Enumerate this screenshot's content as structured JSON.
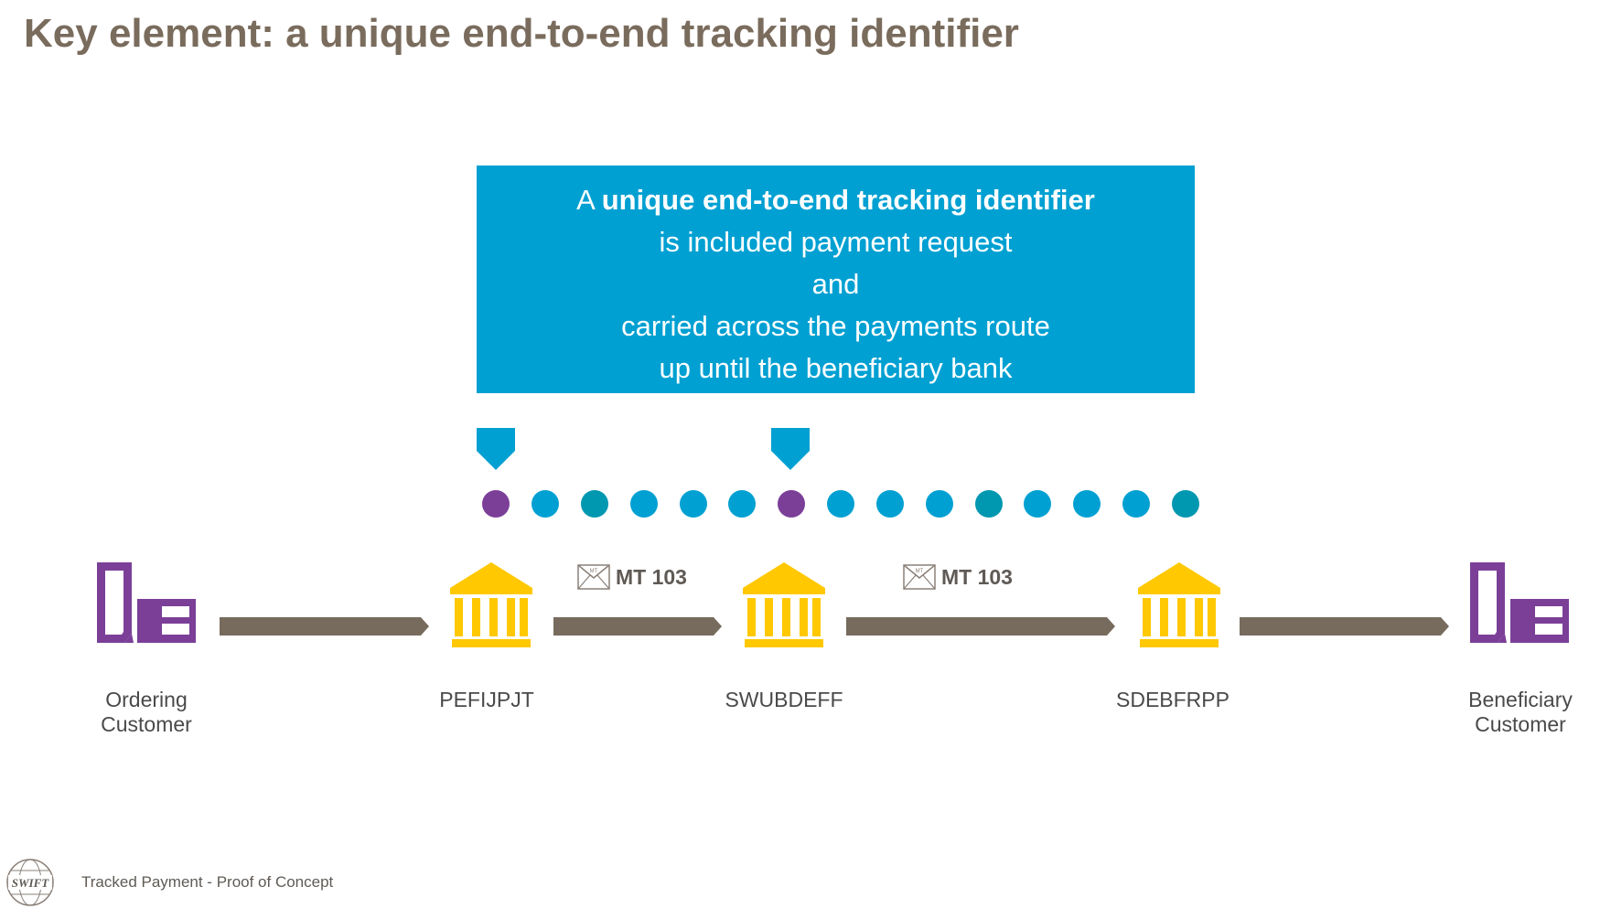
{
  "slide": {
    "title": "Key element: a unique end-to-end tracking identifier",
    "footer_text": "Tracked Payment - Proof of Concept",
    "logo_text": "SWIFT"
  },
  "callout": {
    "line1_prefix": "A ",
    "line1_bold": "unique end-to-end tracking identifier",
    "line2": "is included payment request",
    "line3": "and",
    "line4": "carried across the payments route",
    "line5": "up until the beneficiary bank"
  },
  "parties": {
    "ordering_line1": "Ordering",
    "ordering_line2": "Customer",
    "bank1": "PEFIJPJT",
    "bank2": "SWUBDEFF",
    "bank3": "SDEBFRPP",
    "beneficiary_line1": "Beneficiary",
    "beneficiary_line2": "Customer"
  },
  "messages": {
    "msg1": "MT 103",
    "msg2": "MT 103",
    "envelope_tag": "MT"
  },
  "dots": {
    "count": 15,
    "highlighted_indices": [
      0,
      6
    ],
    "colors": [
      "purple",
      "blue",
      "teal",
      "blue",
      "blue",
      "blue",
      "purple",
      "blue",
      "blue",
      "blue",
      "teal",
      "blue",
      "blue",
      "blue",
      "teal"
    ]
  },
  "colors": {
    "title": "#7a6c5d",
    "callout_bg": "#00a0d2",
    "purple": "#7b3f98",
    "blue": "#00a0d2",
    "teal": "#0097b0",
    "bank": "#ffc800",
    "arrow": "#776b5e"
  },
  "icons": {
    "customer": "customer-building-icon",
    "bank": "bank-icon",
    "envelope": "envelope-icon",
    "pointer": "pointer-flag-icon"
  }
}
